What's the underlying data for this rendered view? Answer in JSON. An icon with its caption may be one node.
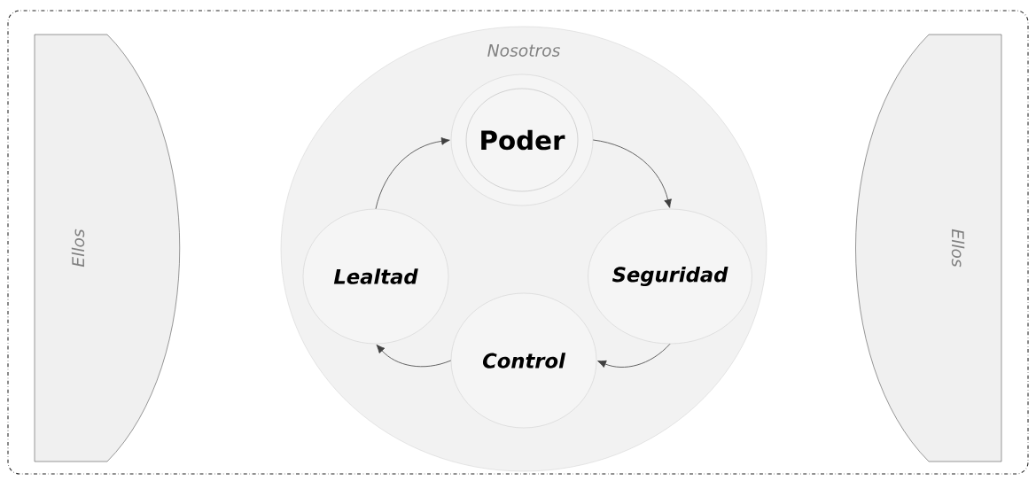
{
  "diagram": {
    "nodes": [
      {
        "text": [
          "Ellos"
        ]
      },
      {
        "text": [
          "Nosotros"
        ]
      },
      {
        "text": [
          "Poder"
        ],
        "in": 1
      },
      {
        "text": [
          "Lealtad"
        ],
        "in": 1
      },
      {
        "text": [
          "Seguridad"
        ],
        "in": 1
      },
      {
        "text": [
          "Control"
        ],
        "in": 1
      },
      {
        "text": [
          "Ellos"
        ]
      }
    ],
    "edges": [
      {
        "from": 2,
        "to": 4,
        "arrow": "to"
      },
      {
        "from": 4,
        "to": 5,
        "arrow": "to"
      },
      {
        "from": 5,
        "to": 3,
        "arrow": "to"
      },
      {
        "from": 3,
        "to": 2,
        "arrow": "to"
      }
    ]
  }
}
